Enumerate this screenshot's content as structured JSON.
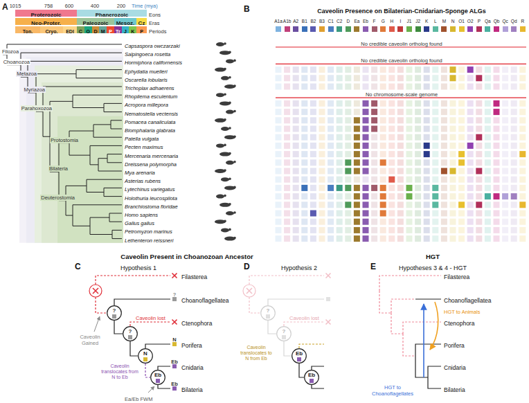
{
  "diagram": {
    "nodes": [
      {
        "text": [
          "Proterozoic"
        ]
      },
      {
        "text": [
          "Phanerozoic"
        ]
      },
      {
        "text": [
          "Neo-Proter."
        ]
      },
      {
        "text": [
          "Paleozoic"
        ]
      },
      {
        "text": [
          "Mesoz."
        ]
      },
      {
        "text": [
          "Cz"
        ]
      },
      {
        "text": [
          "Ton."
        ]
      },
      {
        "text": [
          "Cryo."
        ]
      },
      {
        "text": [
          "EDI"
        ]
      },
      {
        "text": [
          "C"
        ]
      },
      {
        "text": [
          "O"
        ]
      },
      {
        "text": [
          "D"
        ]
      },
      {
        "text": [
          "M"
        ]
      },
      {
        "text": [
          "P"
        ]
      },
      {
        "text": [
          "Tr"
        ]
      },
      {
        "text": [
          "J"
        ]
      },
      {
        "text": [
          "K"
        ]
      },
      {
        "text": [
          "P"
        ]
      },
      {
        "text": [
          "?"
        ]
      },
      {
        "text": [
          "?"
        ]
      },
      {
        "text": [
          "N"
        ]
      },
      {
        "text": [
          "Eb"
        ]
      },
      {
        "text": [
          "?"
        ]
      },
      {
        "text": [
          "?"
        ]
      },
      {
        "text": [
          "Eb"
        ]
      },
      {
        "text": [
          "Eb"
        ]
      }
    ],
    "edges": [
      {
        "from": 18,
        "to": 19,
        "arrow": "none"
      },
      {
        "from": 19,
        "to": 20,
        "arrow": "none"
      },
      {
        "from": 20,
        "to": 21,
        "arrow": "none"
      },
      {
        "from": 22,
        "to": 23,
        "arrow": "none"
      },
      {
        "from": 23,
        "to": 24,
        "arrow": "none"
      },
      {
        "from": 24,
        "to": 25,
        "arrow": "none"
      }
    ],
    "labels": [
      "A",
      "1015",
      "758",
      "600",
      "400",
      "200",
      "Time (mya)",
      "Eons",
      "Eras",
      "Periods",
      "Filozoa",
      "Choanozoa",
      "Metazoa",
      "Myriazoa",
      "Parahoxozoa",
      "Protostomia",
      "Bilateria",
      "Deuterostomia",
      "Capsaspora owczarzaki",
      "Salpingoeca rosetta",
      "Hormiphora californensis",
      "Ephydatia muelleri",
      "Oscarella lobularis",
      "Trichoplax adhaerens",
      "Rhopilema esculentum",
      "Acropora millepora",
      "Nematostella vectensis",
      "Pomacea canaliculata",
      "Biomphalaria glabrata",
      "Patella vulgata",
      "Pecten maximus",
      "Mercenaria mercenaria",
      "Dreissena polymorpha",
      "Mya arenaria",
      "Asterias rubens",
      "Lytechinus variegatus",
      "Holothuria leucospilota",
      "Branchiostoma floridae",
      "Homo sapiens",
      "Gallus gallus",
      "Petromyzon marinus",
      "Lethenteron reissneri",
      "B",
      "Caveolin Presence on Bilaterian-Cnidarian-Sponge ALGs",
      "No credible caveolin ortholog found",
      "No credible caveolin ortholog found",
      "No chromosome-scale genome",
      "C",
      "Caveolin Present in Choanozoan Ancestor",
      "Hypothesis 1",
      "Filasterea",
      "Choanoflagellatea",
      "Ctenophora",
      "Porifera",
      "Cnidaria",
      "Bilateria",
      "?",
      "N",
      "Eb",
      "Eb",
      "Caveolin Gained",
      "Caveolin lost",
      "Caveolin translocates from N to Eb",
      "Ea/Eb FWM",
      "D",
      "Hypothesis 2",
      "Caveolin lost",
      "Caveolin translocates to N from Eb",
      "E",
      "HGT",
      "Hypotheses 3 & 4 - HGT",
      "Filasterea",
      "Choanoflagellatea",
      "Ctenophora",
      "Porifera",
      "Cnidaria",
      "Bilateria",
      "HGT to Animals",
      "HGT to Choanoflagellates"
    ],
    "legend": [
      {
        "text": "A1a",
        "color": "#7fb3e0"
      },
      {
        "text": "A1b",
        "color": "#c0407a"
      },
      {
        "text": "A2",
        "color": "#6a4ea0"
      },
      {
        "text": "B1",
        "color": "#3a70b8"
      },
      {
        "text": "B2",
        "color": "#5a5ab0"
      },
      {
        "text": "B3",
        "color": "#e0a030"
      },
      {
        "text": "C1",
        "color": "#4a7ec0"
      },
      {
        "text": "C2",
        "color": "#3a9a80"
      },
      {
        "text": "D",
        "color": "#4f9a5a"
      },
      {
        "text": "Ea",
        "color": "#9c7a2e"
      },
      {
        "text": "Eb",
        "color": "#8a5cb0"
      },
      {
        "text": "F",
        "color": "#a05a6a"
      },
      {
        "text": "G",
        "color": "#e07a3a"
      },
      {
        "text": "H",
        "color": "#e05a4a"
      },
      {
        "text": "I",
        "color": "#c03838"
      },
      {
        "text": "J1",
        "color": "#6ab04c"
      },
      {
        "text": "J2",
        "color": "#3e8a3e"
      },
      {
        "text": "K",
        "color": "#2a3a8a"
      },
      {
        "text": "L",
        "color": "#5ab8a0"
      },
      {
        "text": "M",
        "color": "#a0522d"
      },
      {
        "text": "N",
        "color": "#d8b830"
      },
      {
        "text": "O1",
        "color": "#e8c030"
      },
      {
        "text": "O2",
        "color": "#9040b0"
      },
      {
        "text": "P",
        "color": "#b0305a"
      },
      {
        "text": "Qa",
        "color": "#4ab0a0"
      },
      {
        "text": "Qb",
        "color": "#c02a80"
      },
      {
        "text": "Qc",
        "color": "#b0a0d8"
      },
      {
        "text": "Qd",
        "color": "#a080c0"
      },
      {
        "text": "R",
        "color": "#e8b830"
      }
    ]
  }
}
